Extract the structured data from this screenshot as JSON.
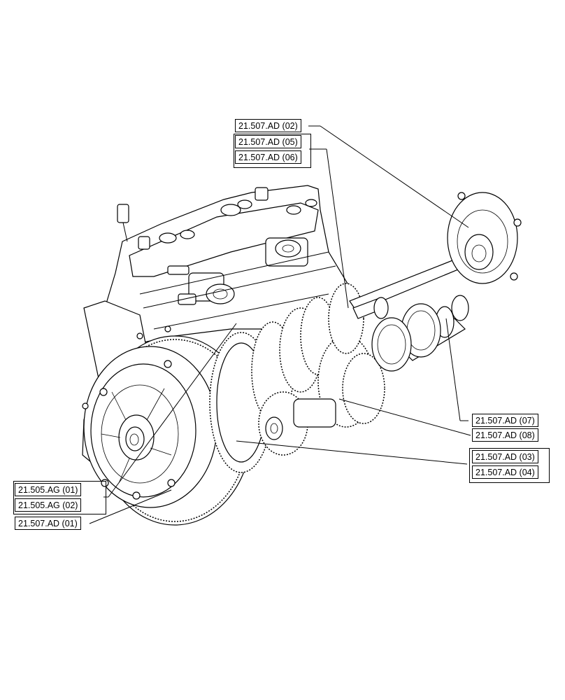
{
  "callouts": [
    {
      "id": "ad02",
      "label": "21.507.AD (02)"
    },
    {
      "id": "ad05",
      "label": "21.507.AD (05)"
    },
    {
      "id": "ad06",
      "label": "21.507.AD (06)"
    },
    {
      "id": "ad07",
      "label": "21.507.AD (07)"
    },
    {
      "id": "ad08",
      "label": "21.507.AD (08)"
    },
    {
      "id": "ad03",
      "label": "21.507.AD (03)"
    },
    {
      "id": "ad04",
      "label": "21.507.AD (04)"
    },
    {
      "id": "ag01",
      "label": "21.505.AG (01)"
    },
    {
      "id": "ag02",
      "label": "21.505.AG (02)"
    },
    {
      "id": "ad01",
      "label": "21.507.AD (01)"
    }
  ]
}
